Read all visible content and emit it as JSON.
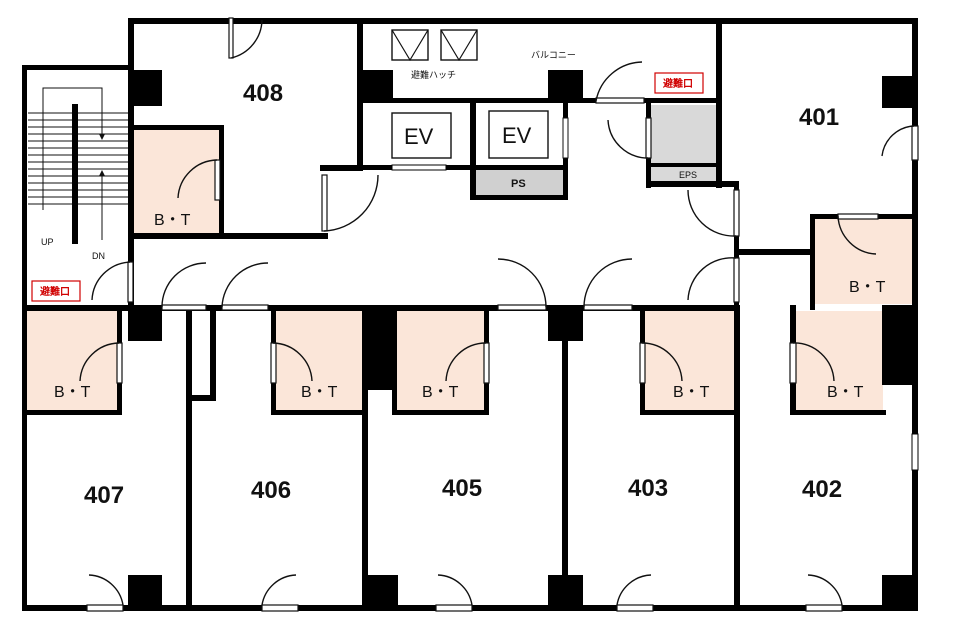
{
  "rooms": {
    "r401": "401",
    "r402": "402",
    "r403": "403",
    "r405": "405",
    "r406": "406",
    "r407": "407",
    "r408": "408"
  },
  "bath_toilet_label": "B・T",
  "elevator_label": "EV",
  "pipe_shaft_label": "PS",
  "electrical_shaft_label": "EPS",
  "balcony_label": "バルコニー",
  "escape_hatch_label": "避難ハッチ",
  "emergency_exit_label": "避難口",
  "stairs": {
    "up_label": "UP",
    "down_label": "DN"
  },
  "colors": {
    "bath_fill": "#fbe6d9",
    "eps_fill": "#d9d9d9",
    "ps_fill": "#d0d0d0",
    "wall": "#000000",
    "exit_text": "#d00000"
  }
}
